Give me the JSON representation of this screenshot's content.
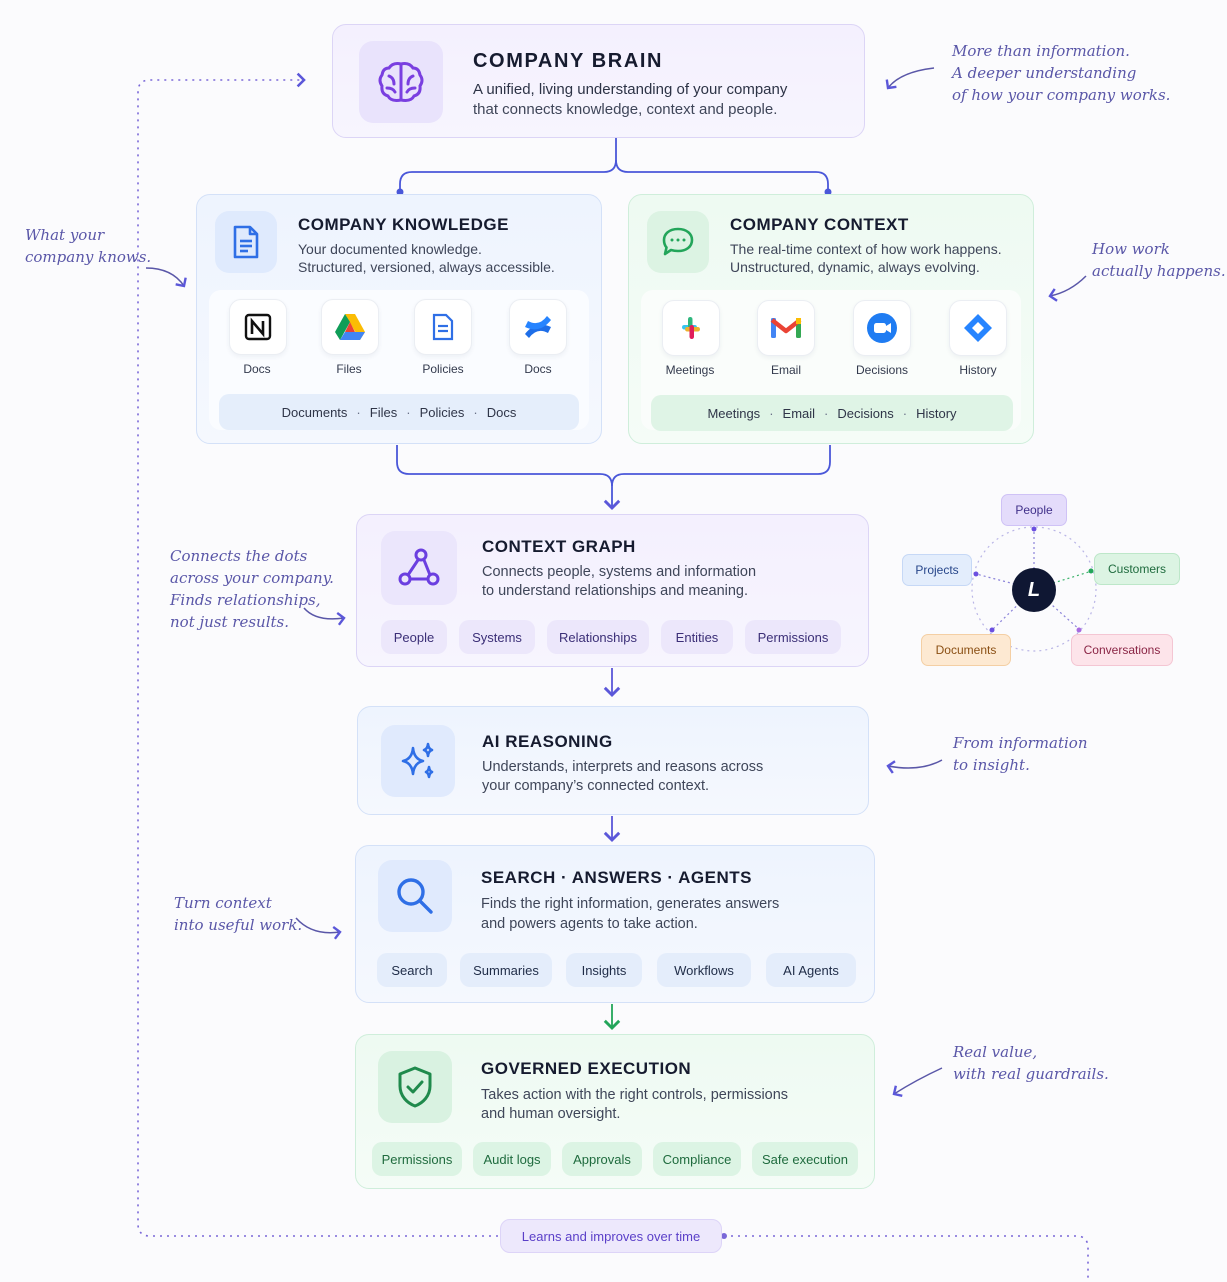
{
  "brain": {
    "title": "COMPANY BRAIN",
    "desc_line1": "A unified, living understanding of your company",
    "desc_line2": "that connects knowledge, context and people."
  },
  "knowledge": {
    "title": "COMPANY KNOWLEDGE",
    "desc_line1": "Your documented knowledge.",
    "desc_line2": "Structured, versioned, always accessible.",
    "apps": [
      {
        "label": "Docs",
        "icon": "notion-icon"
      },
      {
        "label": "Files",
        "icon": "google-drive-icon"
      },
      {
        "label": "Policies",
        "icon": "document-icon"
      },
      {
        "label": "Docs",
        "icon": "confluence-icon"
      }
    ],
    "strip": [
      "Documents",
      "Files",
      "Policies",
      "Docs"
    ]
  },
  "context": {
    "title": "COMPANY CONTEXT",
    "desc_line1": "The real-time context of how work happens.",
    "desc_line2": "Unstructured, dynamic, always evolving.",
    "apps": [
      {
        "label": "Meetings",
        "icon": "slack-icon"
      },
      {
        "label": "Email",
        "icon": "gmail-icon"
      },
      {
        "label": "Decisions",
        "icon": "zoom-icon"
      },
      {
        "label": "History",
        "icon": "jira-icon"
      }
    ],
    "strip": [
      "Meetings",
      "Email",
      "Decisions",
      "History"
    ]
  },
  "graph": {
    "title": "CONTEXT GRAPH",
    "desc_line1": "Connects people, systems and information",
    "desc_line2": "to understand relationships and meaning.",
    "pills": [
      "People",
      "Systems",
      "Relationships",
      "Entities",
      "Permissions"
    ]
  },
  "network": {
    "center": "L",
    "nodes": [
      "People",
      "Customers",
      "Conversations",
      "Documents",
      "Projects"
    ]
  },
  "reasoning": {
    "title": "AI REASONING",
    "desc_line1": "Understands, interprets and reasons across",
    "desc_line2": "your company’s connected context."
  },
  "search": {
    "title": "SEARCH · ANSWERS · AGENTS",
    "desc_line1": "Finds the right information, generates answers",
    "desc_line2": "and powers agents to take action.",
    "pills": [
      "Search",
      "Summaries",
      "Insights",
      "Workflows",
      "AI Agents"
    ]
  },
  "governed": {
    "title": "GOVERNED EXECUTION",
    "desc_line1": "Takes action with the right controls, permissions",
    "desc_line2": "and human oversight.",
    "pills": [
      "Permissions",
      "Audit logs",
      "Approvals",
      "Compliance",
      "Safe execution"
    ]
  },
  "loop": {
    "label": "Learns and improves over time"
  },
  "notes": {
    "brain": [
      "More than information.",
      "A deeper understanding",
      "of how your company works."
    ],
    "knows": [
      "What your",
      "company knows."
    ],
    "work": [
      "How work",
      "actually happens."
    ],
    "dots": [
      "Connects the dots",
      "across your company.",
      "Finds relationships,",
      "not just results."
    ],
    "insight": [
      "From information",
      "to insight."
    ],
    "useful": [
      "Turn context",
      "into useful work."
    ],
    "value": [
      "Real value,",
      "with real guardrails."
    ]
  },
  "colors": {
    "purple": "#6b4fe0",
    "blue": "#2f6fe6",
    "green": "#23a55a",
    "connector": "#5b57d9"
  }
}
